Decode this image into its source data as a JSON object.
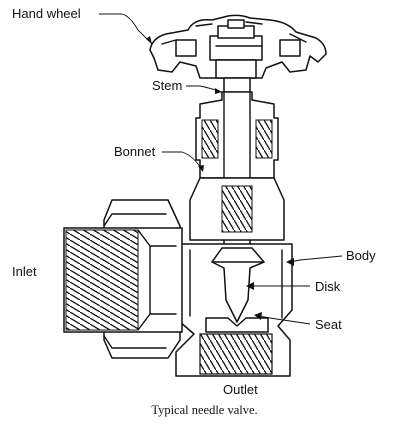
{
  "labels": {
    "hand_wheel": "Hand wheel",
    "stem": "Stem",
    "bonnet": "Bonnet",
    "body": "Body",
    "inlet": "Inlet",
    "disk": "Disk",
    "seat": "Seat",
    "outlet": "Outlet"
  },
  "caption": "Typical needle valve."
}
